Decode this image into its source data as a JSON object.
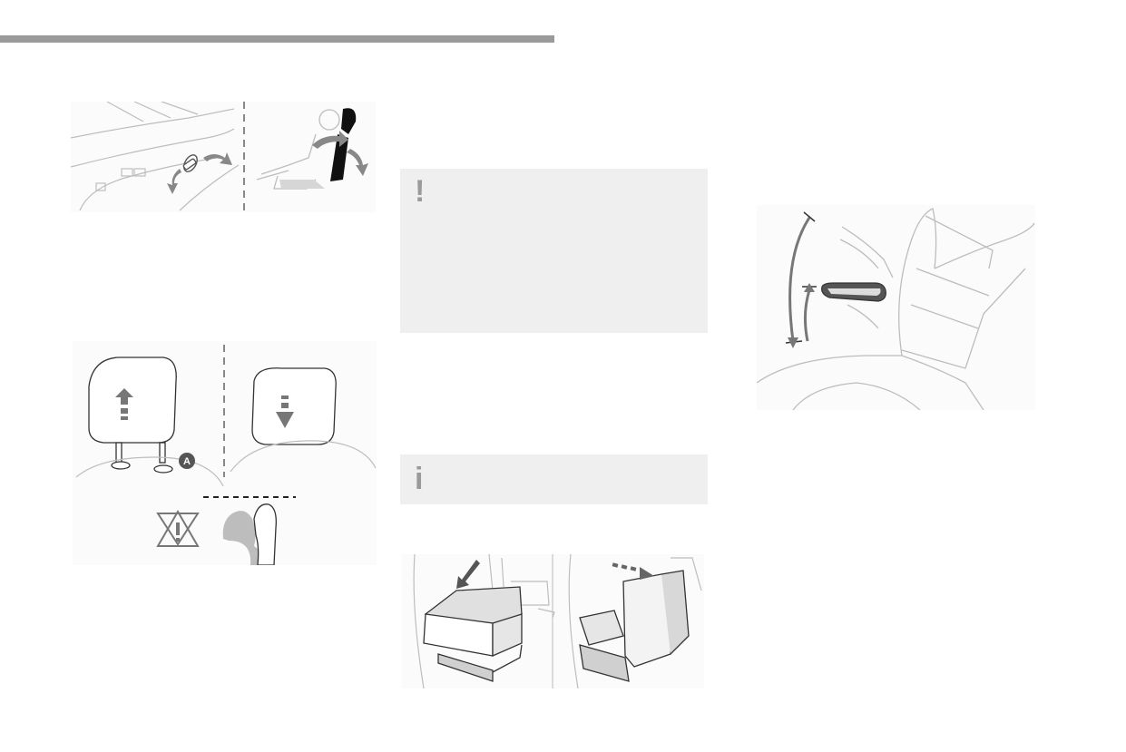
{
  "page": {
    "notes": [
      {
        "kind": "warning",
        "icon": "exclamation-icon",
        "glyph": "!"
      },
      {
        "kind": "information",
        "icon": "info-icon",
        "glyph": "i"
      }
    ],
    "figures": {
      "headrest": {
        "callout_label": "A"
      }
    }
  }
}
